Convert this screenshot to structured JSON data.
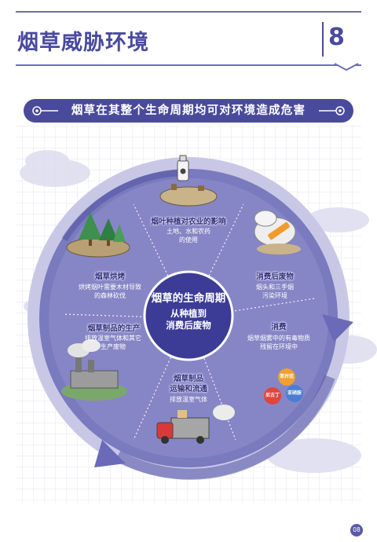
{
  "header": {
    "title": "烟草威胁环境",
    "chapter": "8"
  },
  "banner": {
    "text": "烟草在其整个生命周期均可对环境造成危害"
  },
  "center": {
    "title": "烟草的生命周期",
    "subtitle_line1": "从种植到",
    "subtitle_line2": "消费后废物"
  },
  "stages": {
    "agriculture": {
      "label": "烟叶种植对农业的影响",
      "desc_line1": "土地、水和农药",
      "desc_line2": "的使用"
    },
    "curing": {
      "label": "烟草烘烤",
      "desc_line1": "烘烤烟叶需要木材导致",
      "desc_line2": "的森林砍伐"
    },
    "manufacturing": {
      "label": "烟草制品的生产",
      "desc_line1": "排放温室气体和其它",
      "desc_line2": "生产废物"
    },
    "transport": {
      "label_line1": "烟草制品",
      "label_line2": "运输和流通",
      "desc_line1": "排放温室气体"
    },
    "consumption": {
      "label": "消费",
      "desc_line1": "烟草烟雾中的有毒物质",
      "desc_line2": "残留在环境中"
    },
    "waste": {
      "label": "消费后废物",
      "desc_line1": "烟头和三手烟",
      "desc_line2": "污染环境"
    }
  },
  "smoke_bubbles": [
    "苯并芘",
    "尼古丁",
    "亚硝胺"
  ],
  "footer": {
    "page_number": "08"
  },
  "colors": {
    "primary": "#4a4a9c",
    "ring": "#8282c2",
    "center": "#4545a0",
    "bubble_orange": "#f0a030",
    "bubble_red": "#e0463c",
    "bubble_blue": "#4a7fd0"
  }
}
